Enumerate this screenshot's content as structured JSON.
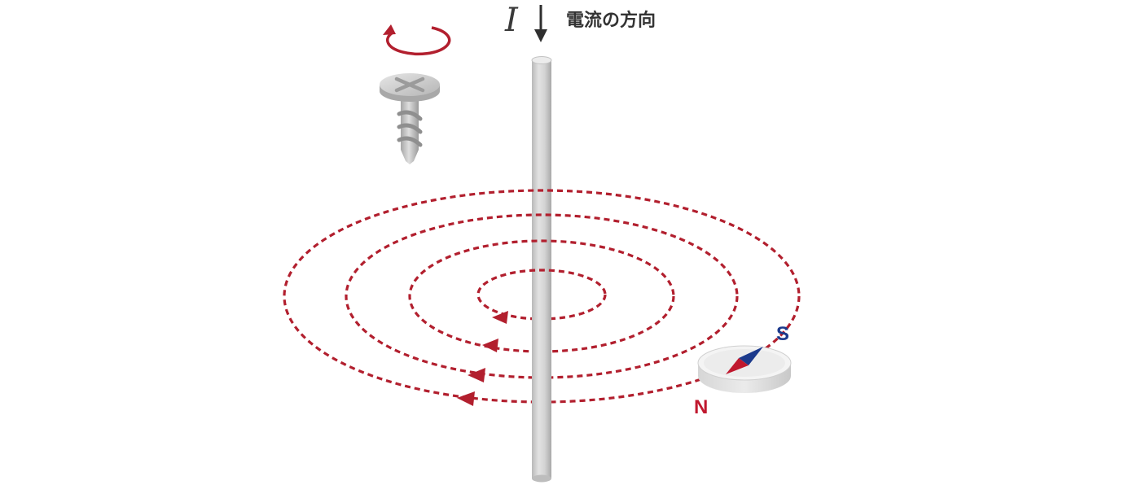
{
  "current": {
    "symbol": "I",
    "direction_label": "電流の方向"
  },
  "compass": {
    "north_label": "N",
    "south_label": "S"
  },
  "colors": {
    "field_line": "#b21f2e",
    "north": "#c0182e",
    "south": "#1c3a8c",
    "wire": "#cfcfcf",
    "screw": "#bdbdbd",
    "rotation_arrow": "#b21f2e"
  },
  "icons": {
    "screw": "right-hand-screw-icon",
    "rotation": "rotation-arrow-icon",
    "compass": "compass-icon"
  }
}
